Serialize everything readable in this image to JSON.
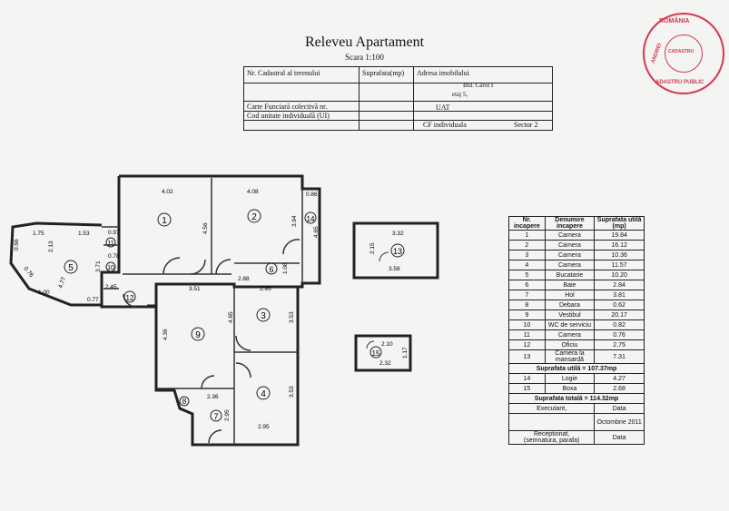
{
  "header": {
    "title": "Releveu Apartament",
    "scale": "Scara 1:100",
    "cadastral_label": "Nr. Cadastral al terenului",
    "area_label": "Suprafata(mp)",
    "address_label": "Adresa imobilului",
    "address_value": "Bld. Carol I",
    "floor_value": "etaj 5,",
    "land_book_label": "Carte Funciară colectivă nr.",
    "uat_label": "UAT",
    "unit_code_label": "Cod unitate individuală (UI)",
    "cf_label": "CF individuala",
    "sector_label": "Sector 2"
  },
  "stamp": {
    "top_text": "ROMÂNIA",
    "side_text": "ANDREI",
    "bottom_text": "ADASTRU PUBLIC",
    "center_text": "CADASTRU"
  },
  "legend": {
    "headers": [
      "Nr. incapere",
      "Denumire incapere",
      "Suprafata utilă (mp)"
    ],
    "rows": [
      [
        "1",
        "Camera",
        "19.84"
      ],
      [
        "2",
        "Camera",
        "16.12"
      ],
      [
        "3",
        "Camera",
        "10.36"
      ],
      [
        "4",
        "Camera",
        "11.57"
      ],
      [
        "5",
        "Bucatarie",
        "10.20"
      ],
      [
        "6",
        "Baie",
        "2.84"
      ],
      [
        "7",
        "Hol",
        "3.81"
      ],
      [
        "8",
        "Debara",
        "0.62"
      ],
      [
        "9",
        "Vestibul",
        "20.17"
      ],
      [
        "10",
        "WC de serviciu",
        "0.82"
      ],
      [
        "11",
        "Camera",
        "0.76"
      ],
      [
        "12",
        "Oficiu",
        "2.75"
      ],
      [
        "13",
        "Camera la mansardă",
        "7.31"
      ]
    ],
    "useful_total": "Suprafata utilă = 107.37mp",
    "extra_rows": [
      [
        "14",
        "Logie",
        "4.27"
      ],
      [
        "15",
        "Boxa",
        "2.68"
      ]
    ],
    "grand_total": "Suprafata totală = 114.32mp",
    "executant": "Executant,",
    "date_label": "Data",
    "date_value": "Octombrie 2011",
    "receptionat": "Receptionat,",
    "receptionat_sub": "(semnatura, parafa)",
    "date_label_2": "Data"
  },
  "plan": {
    "rooms": [
      "1",
      "2",
      "3",
      "4",
      "5",
      "6",
      "7",
      "8",
      "9",
      "10",
      "11",
      "12",
      "13",
      "14",
      "15"
    ],
    "dims": [
      "4.02",
      "4.08",
      "0.86",
      "4.56",
      "3.94",
      "4.65",
      "1.75",
      "1.53",
      "2.13",
      "3.71",
      "0.97",
      "0.78",
      "1.00",
      "4.77",
      "0.77",
      "2.45",
      "3.51",
      "2.88",
      "2.95",
      "1.08",
      "4.65",
      "3.53",
      "4.39",
      "2.36",
      "2.95",
      "3.53",
      "2.95",
      "3.32",
      "2.15",
      "3.58",
      "2.10",
      "1.17",
      "2.32",
      "0.66",
      "0.76"
    ]
  }
}
